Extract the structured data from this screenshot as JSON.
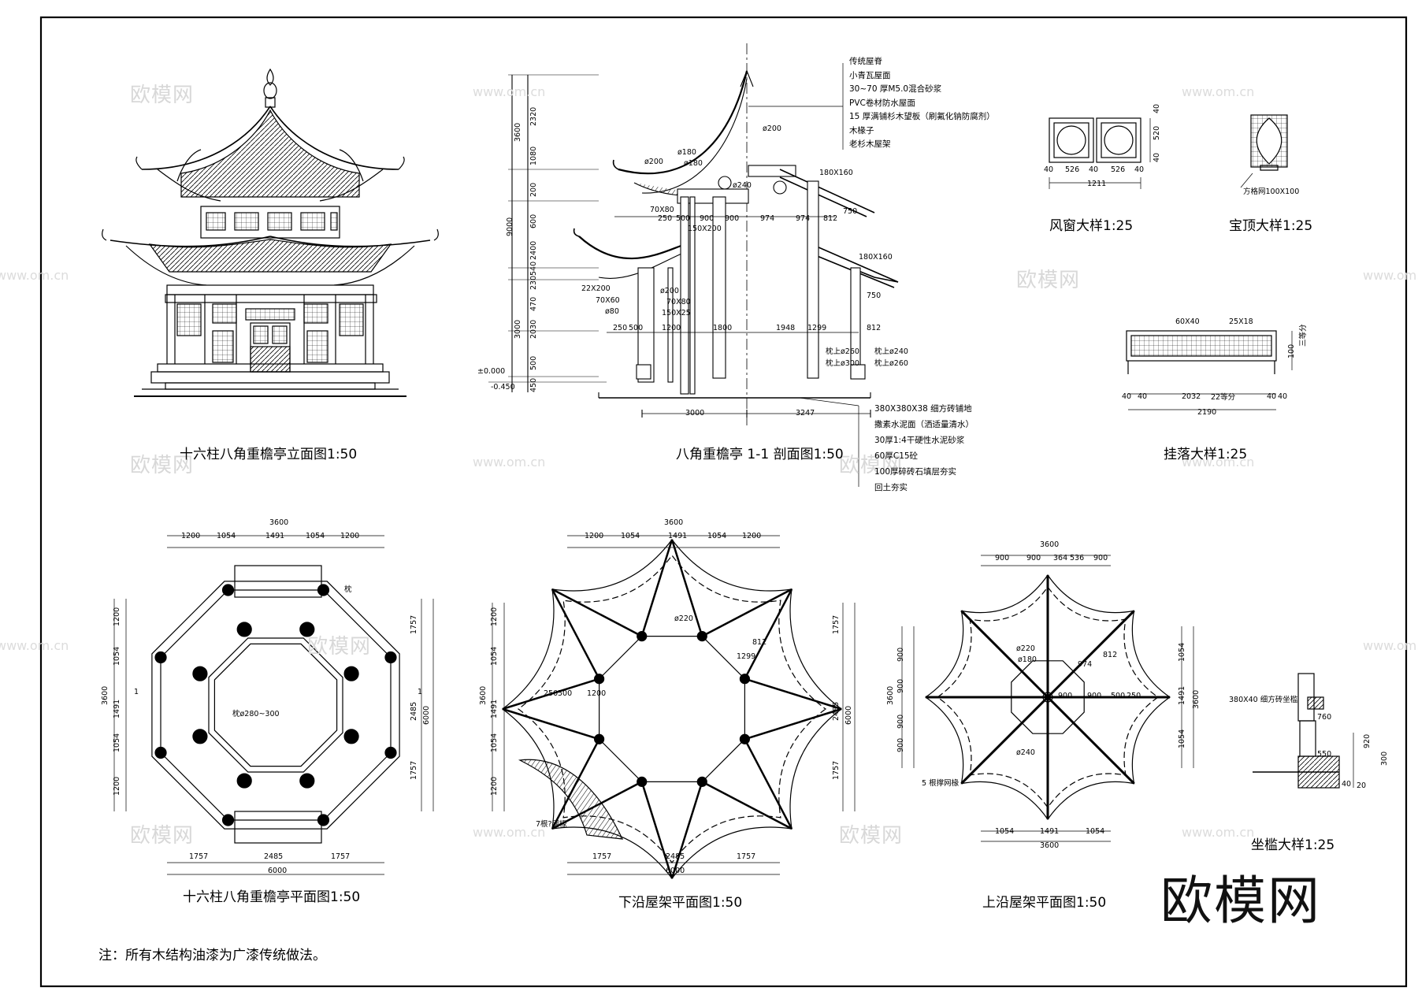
{
  "titles": {
    "elevation": "十六柱八角重檐亭立面图1:50",
    "section": "八角重檐亭 1-1 剖面图1:50",
    "plan": "十六柱八角重檐亭平面图1:50",
    "lower_roof": "下沿屋架平面图1:50",
    "upper_roof": "上沿屋架平面图1:50",
    "window": "风窗大样1:25",
    "finial": "宝顶大样1:25",
    "hanging": "挂落大样1:25",
    "bench": "坐槛大样1:25"
  },
  "note": "注：所有木结构油漆为广漆传统做法。",
  "brand": "欧模网",
  "watermark_text": "欧模网",
  "watermark_url": "www.om.cn",
  "roof_legend": [
    "传统屋脊",
    "小青瓦屋面",
    "30~70 厚M5.0混合砂浆",
    "PVC卷材防水屋面",
    "15 厚满铺杉木望板（刷氟化钠防腐剂）",
    "木椽子",
    "老杉木屋架"
  ],
  "floor_legend": [
    "380X380X38 细方砖铺地",
    "撒素水泥面（洒适量清水）",
    "30厚1:4干硬性水泥砂浆",
    "60厚C15砼",
    "100厚碎砖石填层夯实",
    "回土夯实"
  ],
  "section_dims": {
    "left_vertical": [
      "9000",
      "3600",
      "3000"
    ],
    "right_vertical": [
      "2320",
      "1080",
      "200",
      "600",
      "2400",
      "540",
      "230",
      "470",
      "2030",
      "500",
      "450"
    ],
    "levels": [
      "±0.000",
      "-0.450"
    ],
    "top_horizontal": [
      "250",
      "500",
      "900",
      "900",
      "974",
      "974",
      "812"
    ],
    "mid_horizontal": [
      "250",
      "500",
      "1200",
      "1800",
      "1948",
      "1299",
      "812"
    ],
    "bottom_horizontal": [
      "3000",
      "3247"
    ],
    "members": [
      "ø200",
      "ø180",
      "ø200",
      "ø180",
      "ø240",
      "180X160",
      "180X160",
      "750",
      "750",
      "70X80",
      "150X200",
      "22X200",
      "70X60",
      "ø80",
      "ø200",
      "70X80",
      "150X25",
      "枕上ø260",
      "枕上ø300",
      "枕上ø240",
      "枕上ø260"
    ]
  },
  "plan_dims": {
    "top": [
      "3600",
      "1200",
      "1054",
      "1491",
      "1054",
      "1200"
    ],
    "left": [
      "1200",
      "1054",
      "3600",
      "1491",
      "1054",
      "1200"
    ],
    "right": [
      "1757",
      "2485",
      "1757",
      "6000"
    ],
    "bottom": [
      "1757",
      "2485",
      "1757",
      "6000"
    ],
    "labels": [
      "枕",
      "枕ø280~300",
      "1",
      "1"
    ]
  },
  "lower_dims": {
    "top": [
      "3600",
      "1200",
      "1054",
      "1491",
      "1054",
      "1200"
    ],
    "left": [
      "1200",
      "1054",
      "3600",
      "1491",
      "1054",
      "1200"
    ],
    "right": [
      "1757",
      "2485",
      "1757",
      "6000"
    ],
    "bottom": [
      "1757",
      "2485",
      "1757",
      "6000"
    ],
    "labels": [
      "ø220",
      "1299",
      "812",
      "250",
      "500",
      "1200",
      "7根?网椽"
    ]
  },
  "upper_dims": {
    "top": [
      "3600",
      "900",
      "900",
      "364",
      "536",
      "900"
    ],
    "left": [
      "900",
      "900",
      "3600",
      "900",
      "900"
    ],
    "right": [
      "1054",
      "1491",
      "1054",
      "3600"
    ],
    "bottom": [
      "1054",
      "1491",
      "1054",
      "3600"
    ],
    "labels": [
      "ø220",
      "ø180",
      "974",
      "812",
      "900",
      "900",
      "500",
      "250",
      "ø240",
      "5 根撑网椽"
    ]
  },
  "window_dims": [
    "40",
    "526",
    "40",
    "526",
    "40",
    "1211",
    "40",
    "520",
    "40"
  ],
  "finial_label": "方格网100X100",
  "hanging_dims": [
    "60X40",
    "25X18",
    "40",
    "40",
    "2032",
    "22等分",
    "40",
    "40",
    "2190",
    "三等分",
    "100"
  ],
  "bench_dims": {
    "label": "380X40 细方砖坐槛",
    "nums": [
      "760",
      "550",
      "920",
      "300",
      "40",
      "20"
    ]
  },
  "colors": {
    "line": "#000000",
    "watermark": "#d8d8d8"
  }
}
